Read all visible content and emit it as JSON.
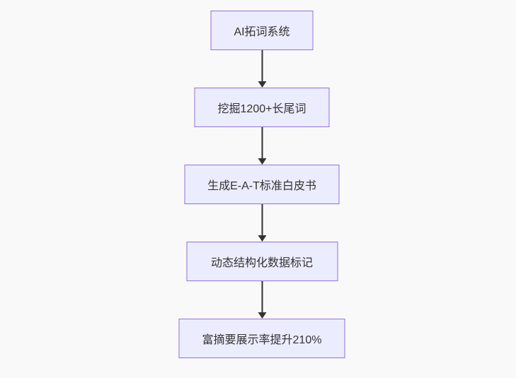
{
  "background_color": "#f9f9f9",
  "diagram": {
    "type": "flowchart",
    "direction": "top-down",
    "nodes": [
      {
        "id": "n1",
        "label": "AI拓词系统"
      },
      {
        "id": "n2",
        "label": "挖掘1200+长尾词"
      },
      {
        "id": "n3",
        "label": "生成E-A-T标准白皮书"
      },
      {
        "id": "n4",
        "label": "动态结构化数据标记"
      },
      {
        "id": "n5",
        "label": "富摘要展示率提升210%"
      }
    ],
    "edges": [
      {
        "from": "n1",
        "to": "n2",
        "style": "arrow-down"
      },
      {
        "from": "n2",
        "to": "n3",
        "style": "arrow-down"
      },
      {
        "from": "n3",
        "to": "n4",
        "style": "arrow-down"
      },
      {
        "from": "n4",
        "to": "n5",
        "style": "arrow-down"
      }
    ],
    "colors": {
      "node_fill": "#ECECFF",
      "node_border": "#9370DB",
      "node_text": "#333333",
      "arrow": "#333333"
    }
  }
}
